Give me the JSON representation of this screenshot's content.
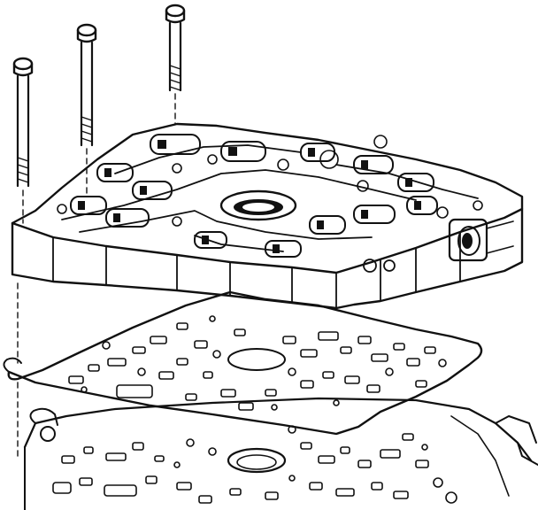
{
  "diagram": {
    "kind": "exploded-assembly-line-drawing",
    "parts": [
      {
        "id": "bolt",
        "count": 3
      },
      {
        "id": "upper-valve-body",
        "count": 1
      },
      {
        "id": "separator-plate-gasket",
        "count": 1
      },
      {
        "id": "lower-case-housing",
        "count": 1
      }
    ],
    "ink_color": "#111111",
    "paper_color": "#ffffff"
  }
}
